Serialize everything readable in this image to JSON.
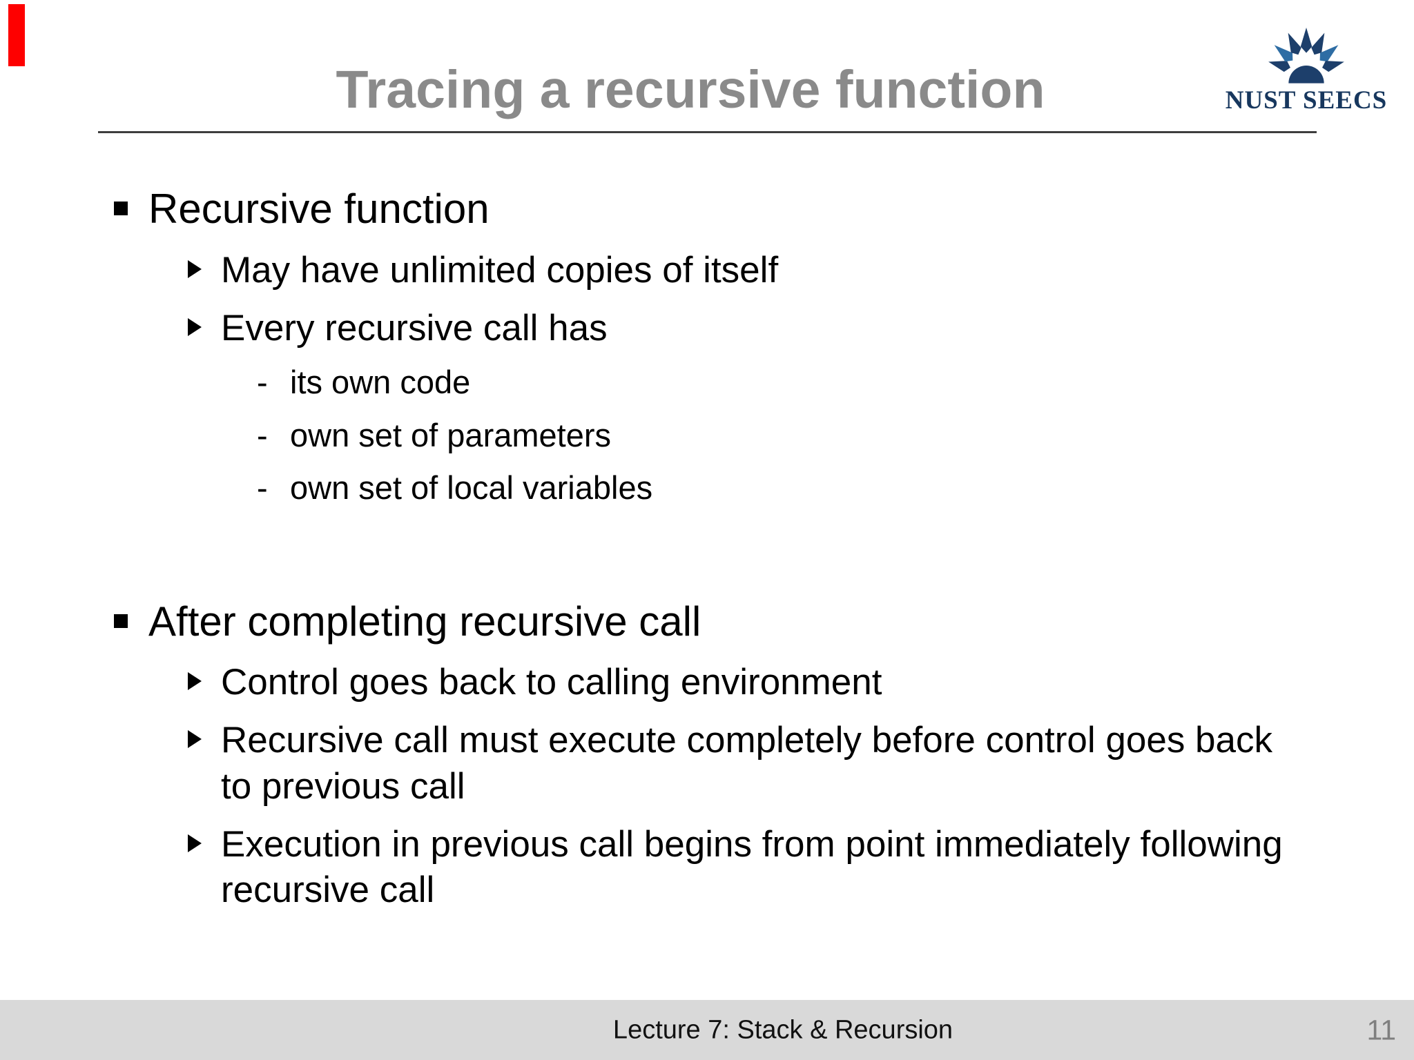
{
  "header": {
    "title": "Tracing a recursive function",
    "logo_text": "NUST SEECS"
  },
  "content": [
    {
      "level": 1,
      "text": "Recursive function"
    },
    {
      "level": 2,
      "text": "May have unlimited copies of itself"
    },
    {
      "level": 2,
      "text": "Every recursive call has"
    },
    {
      "level": 3,
      "text": "its own code"
    },
    {
      "level": 3,
      "text": "own set of parameters"
    },
    {
      "level": 3,
      "text": "own set of local variables"
    },
    {
      "level": 1,
      "text": "After completing recursive call"
    },
    {
      "level": 2,
      "text": "Control goes back to calling environment"
    },
    {
      "level": 2,
      "text": "Recursive call must execute completely before control goes back to previous call"
    },
    {
      "level": 2,
      "text": "Execution in previous call begins from point immediately following recursive call"
    }
  ],
  "glyphs": {
    "dash_bullet": "-"
  },
  "footer": {
    "text": "Lecture 7: Stack & Recursion",
    "page_number": "11"
  },
  "colors": {
    "title_gray": "#8a8a8a",
    "body_text": "#000000",
    "logo_navy": "#17375e",
    "logo_ray_dark": "#1d3f6b",
    "logo_ray_light": "#2e6da4",
    "rule_dark_gray": "#3d3d3d",
    "footer_band_gray": "#d9d9d9",
    "page_number_gray": "#7f7f7f",
    "red_marker": "#fe0000"
  }
}
